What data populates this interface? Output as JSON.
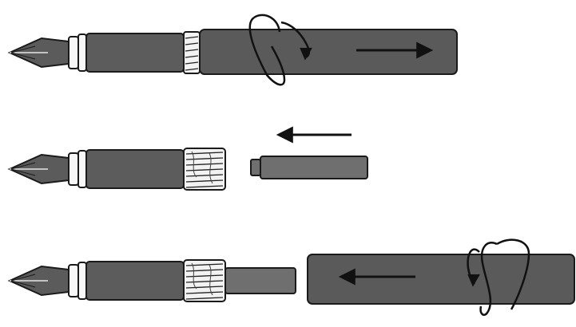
{
  "diagram": {
    "steps": [
      {
        "id": "unscrew-barrel",
        "action": "twist-and-pull-right"
      },
      {
        "id": "insert-cartridge",
        "action": "push-left"
      },
      {
        "id": "screw-barrel-back",
        "action": "push-left-and-twist"
      }
    ]
  },
  "colors": {
    "outline": "#1a1a1a",
    "barrel": "#5a5a5a",
    "grip": "#5c5c5c",
    "cartridge": "#6f6f6f",
    "threads": "#f2f2f2",
    "ring": "#f7f7f7",
    "nib": "#5b5b5b"
  },
  "icons": [
    "nib-icon",
    "rotation-arrow-icon",
    "direction-arrow-icon"
  ]
}
